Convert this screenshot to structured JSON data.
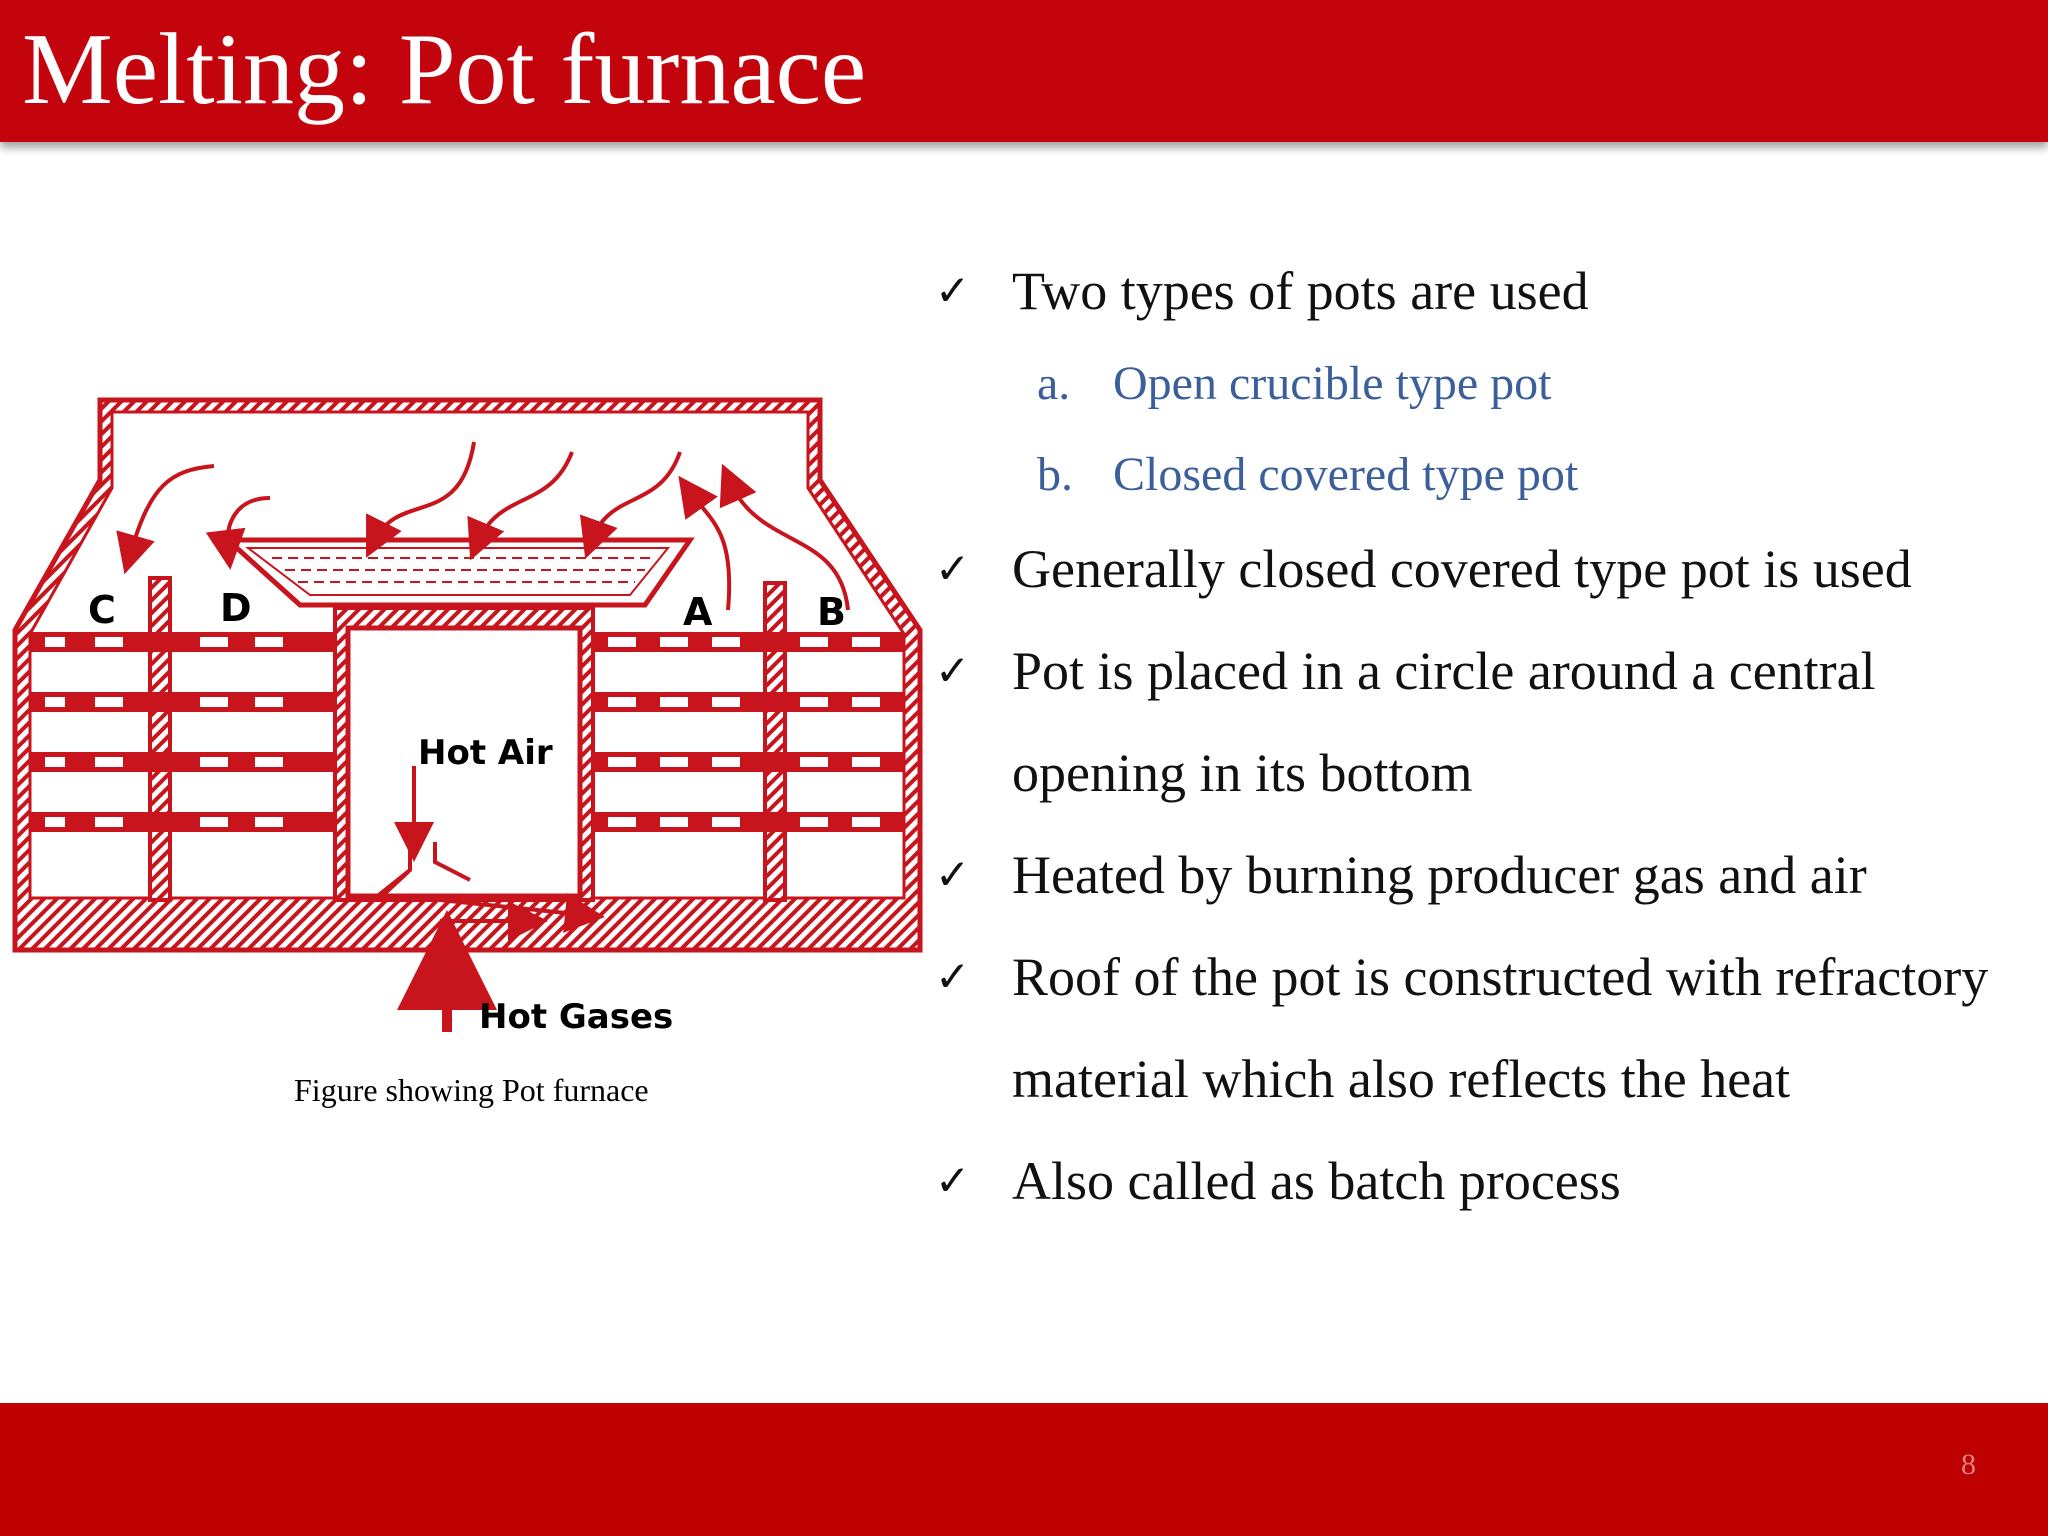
{
  "title": "Melting: Pot furnace",
  "figure": {
    "labels": {
      "c": "C",
      "d": "D",
      "a": "A",
      "b": "B",
      "hot_air": "Hot Air",
      "hot_gases": "Hot Gases"
    },
    "caption": "Figure showing Pot furnace"
  },
  "bullets": [
    "Two types of pots are used",
    "Generally closed covered type pot is used",
    "Pot is placed in a circle around a central",
    "opening in its bottom",
    "Heated by burning producer gas and air",
    "Roof of the pot is constructed with refractory",
    "material which also reflects the heat",
    "Also called as batch process"
  ],
  "sub_items": [
    {
      "marker": "a.",
      "text": "Open crucible type pot"
    },
    {
      "marker": "b.",
      "text": "Closed covered type pot"
    }
  ],
  "check_glyph": "✓",
  "page_number": "8",
  "colors": {
    "title_bar": "#c4040c",
    "footer_bar": "#bf0000",
    "diagram": "#c8141c",
    "sub_items": "#3b5f9a"
  }
}
